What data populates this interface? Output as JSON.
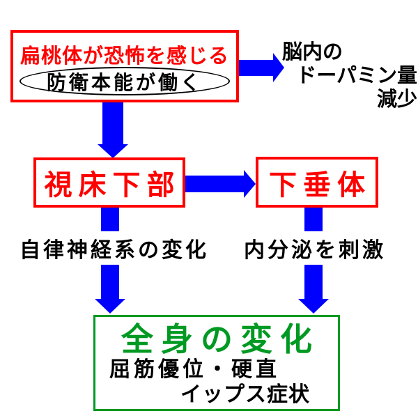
{
  "diagram": {
    "amygdala": {
      "title": "扁桃体が恐怖を感じる",
      "ellipse_label": "防衛本能が働く"
    },
    "dopamine_note": {
      "lines": [
        "脳内の",
        "ドーパミン量",
        "減少"
      ]
    },
    "hypothalamus_label": "視床下部",
    "pituitary_label": "下垂体",
    "autonomic_label": "自律神経系の変化",
    "endocrine_label": "内分泌を刺激",
    "whole_body": {
      "title": "全身の変化",
      "lines": [
        "屈筋優位・硬直",
        "イップス症状"
      ]
    },
    "edges": [
      {
        "from": "amygdala",
        "to": "dopamine_note",
        "direction": "right"
      },
      {
        "from": "amygdala",
        "to": "hypothalamus",
        "direction": "down"
      },
      {
        "from": "hypothalamus",
        "to": "pituitary",
        "direction": "right"
      },
      {
        "from": "hypothalamus",
        "to": "whole_body",
        "direction": "down",
        "via_label": "自律神経系の変化"
      },
      {
        "from": "pituitary",
        "to": "whole_body",
        "direction": "down",
        "via_label": "内分泌を刺激"
      }
    ]
  },
  "colors": {
    "red": "#ff0000",
    "blue": "#0000ff",
    "green": "#009922",
    "black": "#000000",
    "background": "#ffffff"
  }
}
